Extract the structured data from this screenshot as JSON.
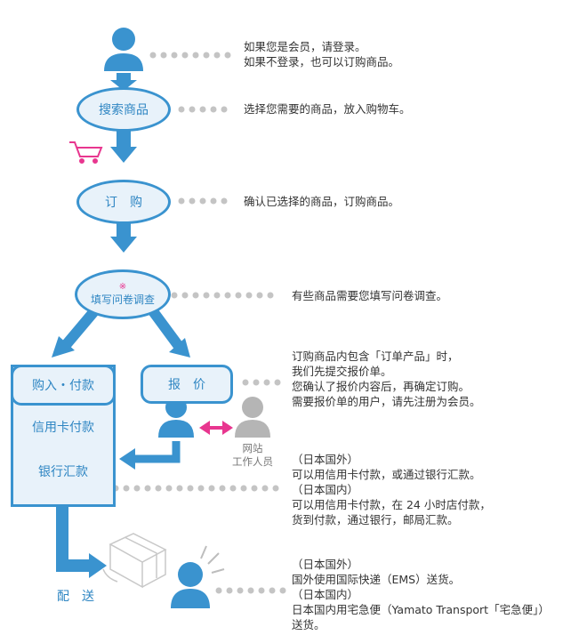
{
  "steps": {
    "login": {
      "line1": "如果您是会员，请登录。",
      "line2": "如果不登录，也可以订购商品。"
    },
    "search": {
      "label": "搜索商品",
      "desc": "选择您需要的商品，放入购物车。"
    },
    "order": {
      "label": "订　购",
      "desc": "确认已选择的商品，订购商品。"
    },
    "survey": {
      "mark": "※",
      "label": "填写问卷调查",
      "desc": "有些商品需要您填写问卷调查。"
    },
    "purchase": {
      "label": "购入・付款",
      "option1": "信用卡付款",
      "option2": "银行汇款"
    },
    "quote": {
      "label": "报　价",
      "staff_line1": "网站",
      "staff_line2": "工作人员",
      "lines": [
        "订购商品内包含「订单产品」时，",
        "我们先提交报价单。",
        "您确认了报价内容后，再确定订购。",
        "需要报价单的用户，请先注册为会员。"
      ]
    },
    "payment_info": {
      "lines": [
        "（日本国外）",
        "可以用信用卡付款，或通过银行汇款。",
        "（日本国内）",
        "可以用信用卡付款，在 24 小时店付款，",
        "货到付款，通过银行，邮局汇款。"
      ]
    },
    "delivery": {
      "label": "配　送",
      "lines": [
        "（日本国外）",
        "国外使用国际快递（EMS）送货。",
        "（日本国内）",
        "日本国内用宅急便（Yamato Transport「宅急便」）",
        "送货。"
      ]
    }
  },
  "colors": {
    "primary": "#3a93cf",
    "text_blue": "#2f86c3",
    "pink": "#e8368f",
    "grey": "#b5b5b5"
  },
  "icons": [
    "user-icon",
    "cart-icon",
    "staff-icon",
    "box-icon",
    "double-arrow-icon"
  ]
}
